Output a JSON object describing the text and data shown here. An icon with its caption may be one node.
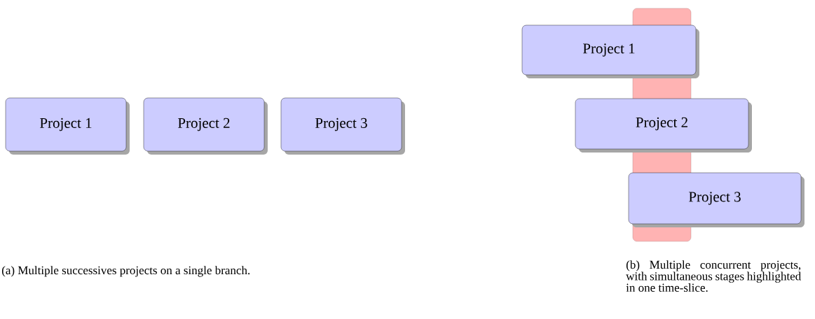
{
  "diagram": {
    "nodes": [
      {
        "text": [
          "Project 1"
        ]
      },
      {
        "text": [
          "Project 2"
        ]
      },
      {
        "text": [
          "Project 3"
        ]
      },
      {
        "text": [],
        "shape": "bar"
      },
      {
        "text": [
          "Project 1"
        ]
      },
      {
        "text": [
          "Project 2"
        ]
      },
      {
        "text": [
          "Project 3"
        ]
      }
    ],
    "labels": [
      "(a) Multiple successives projects on a single branch.",
      "(b) Multiple concurrent projects, with simultaneous stages highlighted in one time-slice."
    ]
  }
}
